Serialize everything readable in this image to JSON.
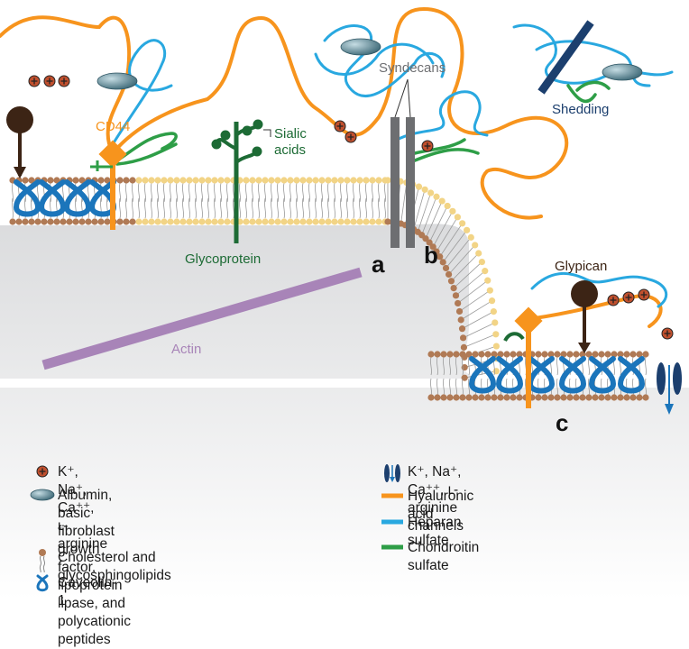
{
  "labels": {
    "cd44": "CD44",
    "sialic_acids": "Sialic\nacids",
    "glycoprotein": "Glycoprotein",
    "syndecans": "Syndecans",
    "shedding": "Shedding",
    "glypican": "Glypican",
    "actin": "Actin",
    "a": "a",
    "b": "b",
    "c": "c"
  },
  "legend": {
    "left": [
      {
        "icon": "ion-icon",
        "text": "K⁺, Na⁺, Ca⁺⁺, ʟ-arginine"
      },
      {
        "icon": "protein-ellipse-icon",
        "text": "Albumin, basic fibroblast growth\nfactor, lipoprotein lipase, and\npolycationic peptides"
      },
      {
        "icon": "lipid-icon",
        "text": "Cholesterol and glycosphingolipids"
      },
      {
        "icon": "caveolin-icon",
        "text": "Caveolin-1"
      }
    ],
    "right": [
      {
        "icon": "ion-channel-icon",
        "text": "K⁺, Na⁺, Ca⁺⁺, ʟ-arginine channels"
      },
      {
        "icon": "hyaluronic-line-icon",
        "text": "Hyaluronic acid"
      },
      {
        "icon": "heparan-line-icon",
        "text": "Heparan sulfate"
      },
      {
        "icon": "chondroitin-line-icon",
        "text": "Chondroitin sulfate"
      }
    ]
  },
  "colors": {
    "hyaluronic": "#f7941d",
    "heparan": "#29a8e0",
    "chondroitin": "#2e9e47",
    "glycoprotein": "#1d6b35",
    "syndecan": "#6d6e71",
    "caveolin": "#1b75bb",
    "lipid_head_top": "#f2d486",
    "lipid_head_bottom": "#b07a55",
    "actin": "#a884b8",
    "shedding": "#1c3f6e",
    "glypican": "#3c2415",
    "ion_fill": "#c1502e",
    "cd44_label": "#f7941d",
    "glypican_label": "#3c2415",
    "shedding_label": "#1c3f6e",
    "syndecans_label": "#6d6e71",
    "glycoprotein_label": "#1d6b35",
    "actin_label": "#a884b8"
  }
}
